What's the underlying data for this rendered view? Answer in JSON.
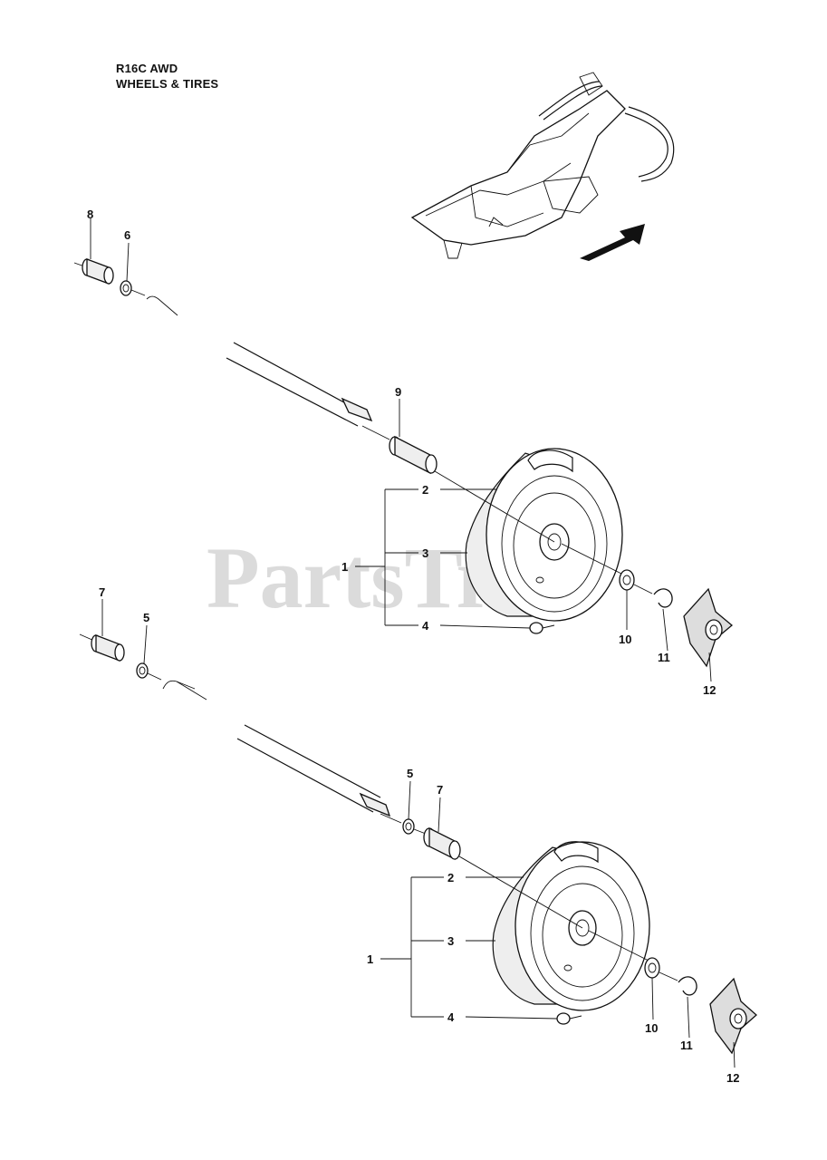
{
  "header": {
    "model": "R16C AWD",
    "section": "WHEELS & TIRES"
  },
  "watermark": "PartsTree",
  "callouts": {
    "upper": {
      "c8": "8",
      "c6": "6",
      "c9": "9",
      "c2": "2",
      "c3": "3",
      "c1": "1",
      "c4": "4",
      "c10": "10",
      "c11": "11",
      "c12": "12"
    },
    "lower": {
      "c7a": "7",
      "c5a": "5",
      "c5b": "5",
      "c7b": "7",
      "c2": "2",
      "c3": "3",
      "c1": "1",
      "c4": "4",
      "c10": "10",
      "c11": "11",
      "c12": "12"
    }
  },
  "colors": {
    "line": "#111111",
    "watermark": "#d0d0d0",
    "background": "#ffffff"
  },
  "icons": {
    "direction_arrow": "arrow-icon"
  }
}
